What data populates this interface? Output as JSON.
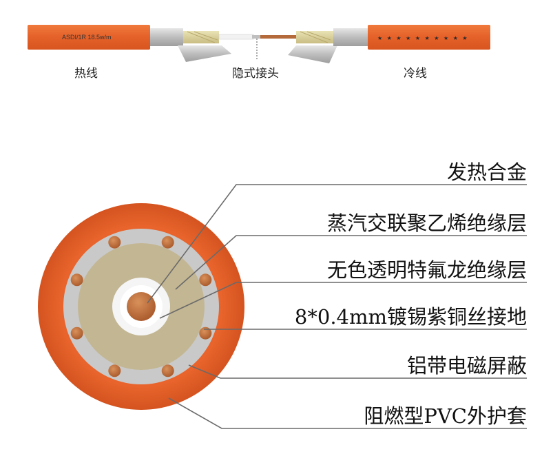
{
  "top": {
    "hot_label": "热线",
    "joint_label": "隐式接头",
    "cold_label": "冷线",
    "cable_print": "ASDI/1R 18.5w/m",
    "cold_marks": "★ ★ ★ ★ ★ ★ ★ ★ ★ ★"
  },
  "layers": [
    {
      "label": "发热合金"
    },
    {
      "label": "蒸汽交联聚乙烯绝缘层"
    },
    {
      "label": "无色透明特氟龙绝缘层"
    },
    {
      "label": "8*0.4mm镀锡紫铜丝接地"
    },
    {
      "label": "铝带电磁屏蔽"
    },
    {
      "label": "阻燃型PVC外护套"
    }
  ],
  "colors": {
    "sheath": "#e8642c",
    "sheath_dark": "#c94d1a",
    "shield": "#c7c7c7",
    "filler": "#c5b897",
    "teflon": "#f3f3f3",
    "copper": "#c8763f",
    "leader": "#6a6a6a",
    "underline": "#8a8a8a"
  }
}
